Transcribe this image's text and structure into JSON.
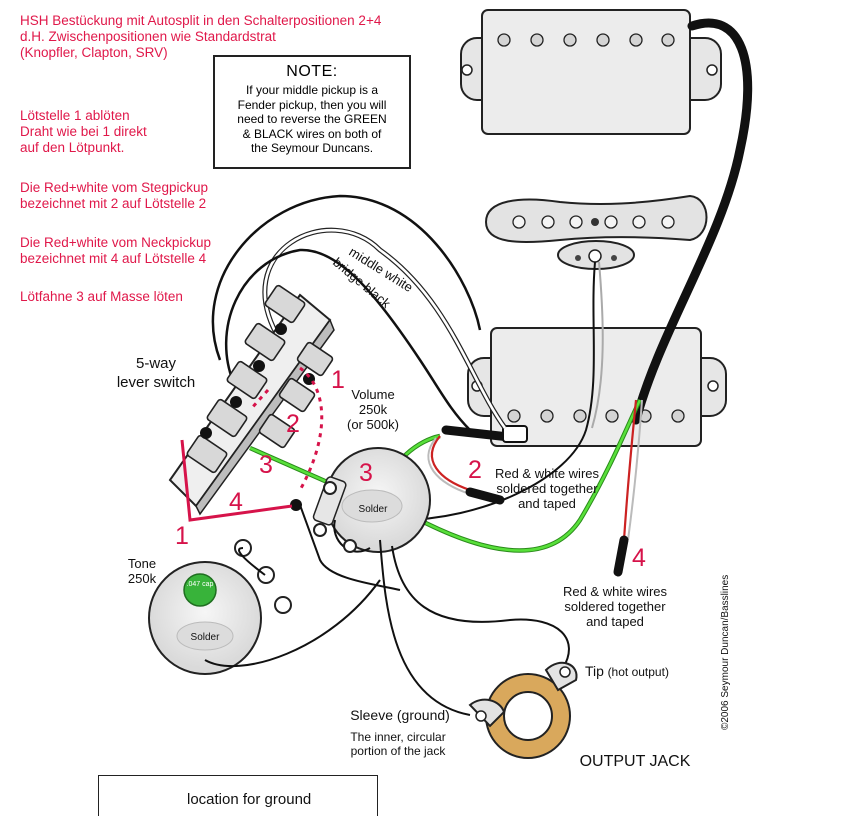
{
  "header_notes": [
    "HSH Bestückung mit Autosplit in den Schalterpositionen 2+4",
    "d.H. Zwischenpositionen wie Standardstrat",
    "(Knopfler, Clapton, SRV)"
  ],
  "solder_notes": [
    [
      "Lötstelle 1 ablöten",
      "Draht wie bei 1 direkt",
      "auf den Lötpunkt."
    ],
    [
      "Die Red+white vom Stegpickup",
      "bezeichnet mit 2 auf Lötstelle 2"
    ],
    [
      "Die Red+white vom Neckpickup",
      "bezeichnet mit 4 auf Lötstelle 4"
    ],
    [
      "Lötfahne 3 auf Masse löten"
    ]
  ],
  "note_box": {
    "title": "NOTE:",
    "lines": [
      "If your middle pickup is a",
      "Fender pickup, then you will",
      "need to reverse the GREEN",
      "& BLACK wires on both of",
      "the Seymour Duncans."
    ]
  },
  "labels": {
    "switch": [
      "5-way",
      "lever switch"
    ],
    "volume": [
      "Volume",
      "250k",
      "(or 500k)"
    ],
    "tone": [
      "Tone",
      "250k"
    ],
    "solder": "Solder",
    "cap": ".047 cap",
    "wire_middle": "middle white",
    "wire_bridge": "bridge black",
    "rw_bridge": [
      "Red & white wires",
      "soldered together",
      "and taped"
    ],
    "rw_neck": [
      "Red & white wires",
      "soldered together",
      "and taped"
    ],
    "tip": "Tip",
    "tip_note": "(hot output)",
    "sleeve": "Sleeve (ground)",
    "sleeve_note": [
      "The inner, circular",
      "portion of the jack"
    ],
    "output_jack": "OUTPUT JACK",
    "copyright": "©2006 Seymour Duncan/Basslines",
    "location_ground": "location for ground"
  },
  "points": {
    "p1": "1",
    "p2": "2",
    "p3": "3",
    "p4": "4"
  },
  "colors": {
    "annotation_red": "#e0184a",
    "wire_green": "#4ad82a",
    "wire_red": "#d81a1a",
    "jack_gold": "#d9a85c"
  }
}
